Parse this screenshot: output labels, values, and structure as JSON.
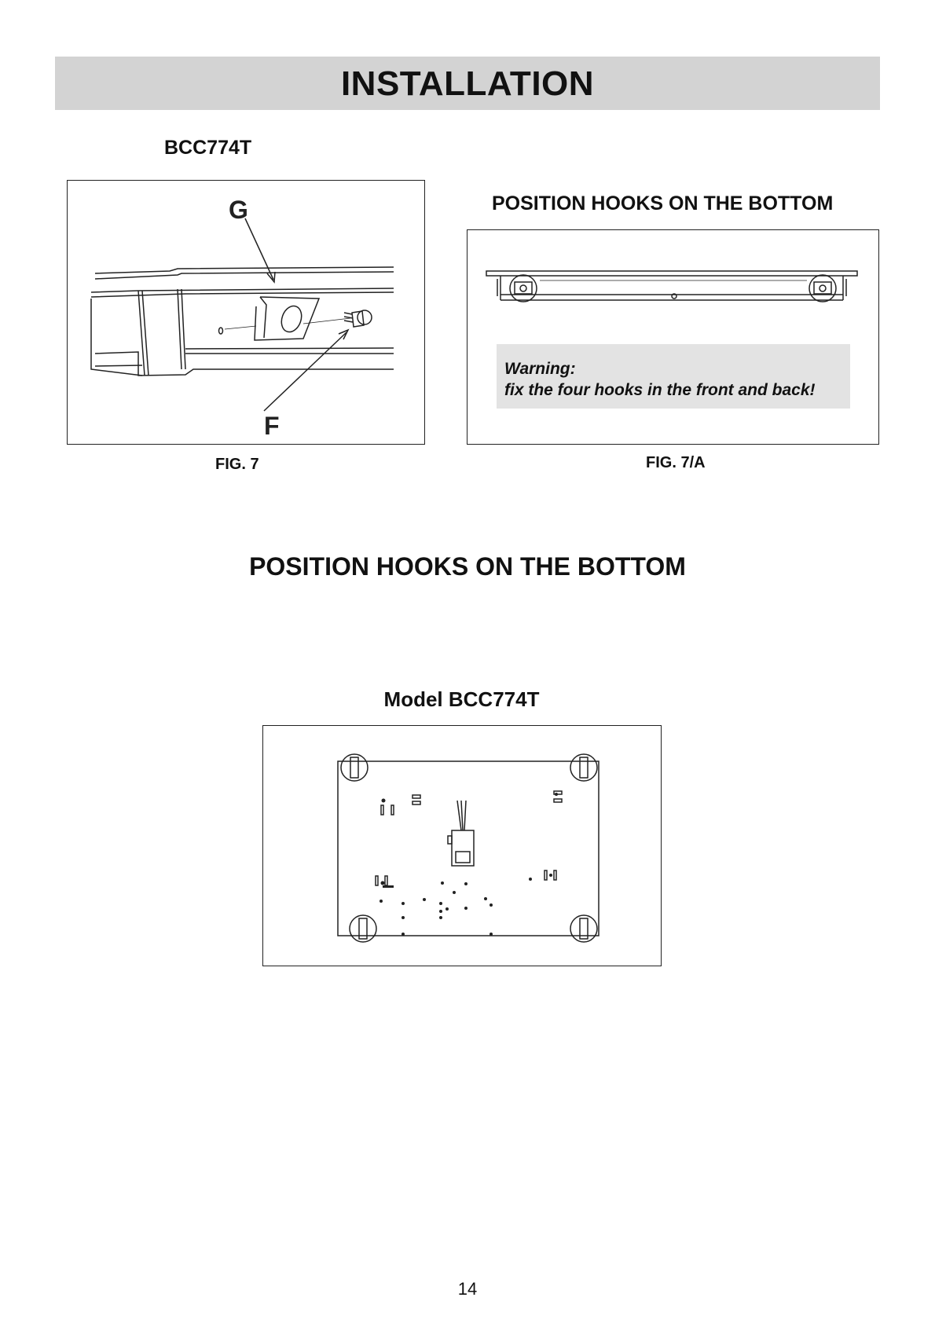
{
  "header": {
    "title": "INSTALLATION"
  },
  "top": {
    "model": "BCC774T"
  },
  "fig7": {
    "label_g": "G",
    "label_f": "F",
    "caption": "FIG. 7"
  },
  "fig7a": {
    "title": "POSITION HOOKS ON THE BOTTOM",
    "warning_line1": "Warning:",
    "warning_line2": "fix the four hooks in the front and back!",
    "caption": "FIG. 7/A"
  },
  "bottom": {
    "title": "POSITION HOOKS ON THE BOTTOM",
    "model": "Model BCC774T"
  },
  "footer": {
    "page_number": "14"
  }
}
